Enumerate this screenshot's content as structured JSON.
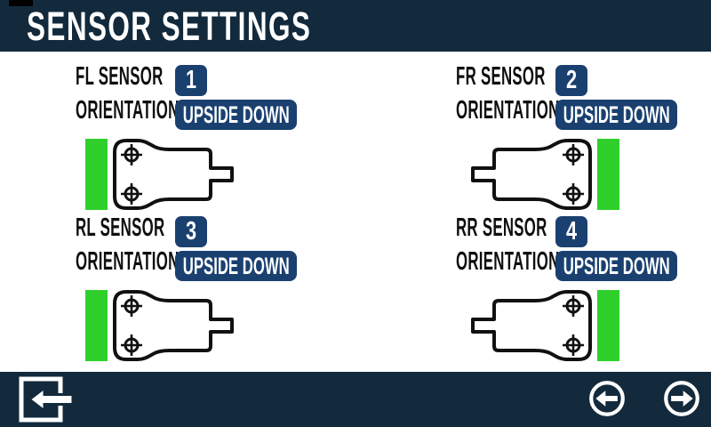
{
  "header": {
    "title": "SENSOR SETTINGS"
  },
  "sensors": [
    {
      "position": "front-left",
      "label": "FL SENSOR",
      "number": "1",
      "orientation_label": "ORIENTATION",
      "orientation_value": "UPSIDE DOWN"
    },
    {
      "position": "front-right",
      "label": "FR SENSOR",
      "number": "2",
      "orientation_label": "ORIENTATION",
      "orientation_value": "UPSIDE DOWN"
    },
    {
      "position": "rear-left",
      "label": "RL SENSOR",
      "number": "3",
      "orientation_label": "ORIENTATION",
      "orientation_value": "UPSIDE DOWN"
    },
    {
      "position": "rear-right",
      "label": "RR SENSOR",
      "number": "4",
      "orientation_label": "ORIENTATION",
      "orientation_value": "UPSIDE DOWN"
    }
  ],
  "footer": {
    "icons": {
      "exit": "exit-icon",
      "previous": "arrow-left-circle-icon",
      "next": "arrow-right-circle-icon"
    }
  },
  "colors": {
    "header_bg": "#132a3c",
    "badge_bg": "#1a4070",
    "indicator_green": "#2fd02c",
    "text": "#0f0f0f",
    "icon_white": "#ffffff"
  }
}
